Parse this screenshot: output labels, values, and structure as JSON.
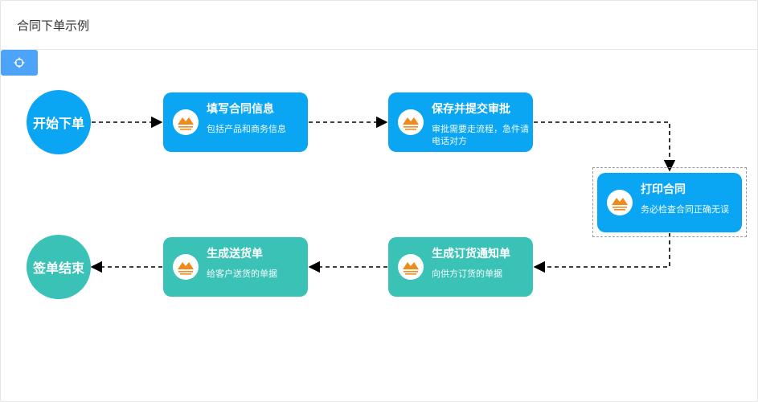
{
  "header": {
    "title": "合同下单示例"
  },
  "toolbar": {
    "button_icon": "aim-icon"
  },
  "colors": {
    "blue": "#0aa6f3",
    "teal": "#3bc2b7",
    "button": "#4da3f7",
    "logo_orange": "#f08a1c"
  },
  "flow": {
    "start": {
      "label": "开始下单"
    },
    "end": {
      "label": "签单结束"
    },
    "nodes": [
      {
        "title": "填写合同信息",
        "desc": "包括产品和商务信息"
      },
      {
        "title": "保存并提交审批",
        "desc": "审批需要走流程，急件请电话对方"
      },
      {
        "title": "打印合同",
        "desc": "务必检查合同正确无误"
      },
      {
        "title": "生成订货通知单",
        "desc": "向供方订货的单据"
      },
      {
        "title": "生成送货单",
        "desc": "给客户送货的单据"
      }
    ]
  }
}
